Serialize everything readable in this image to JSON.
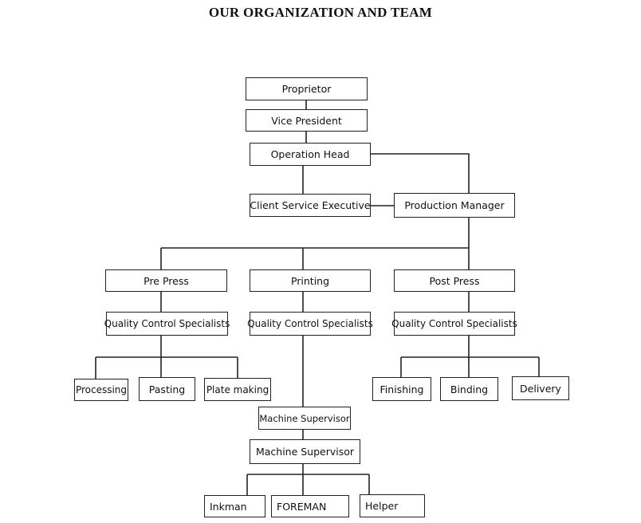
{
  "title": "OUR ORGANIZATION AND TEAM",
  "nodes": {
    "proprietor": "Proprietor",
    "vice_president": "Vice President",
    "operation_head": "Operation Head",
    "client_service_executive": "Client Service Executive",
    "production_manager": "Production Manager",
    "pre_press": "Pre Press",
    "printing": "Printing",
    "post_press": "Post Press",
    "qc_pre_press": "Quality Control Specialists",
    "qc_printing": "Quality Control Specialists",
    "qc_post_press": "Quality Control Specialists",
    "processing": "Processing",
    "pasting": "Pasting",
    "plate_making": "Plate making",
    "finishing": "Finishing",
    "binding": "Binding",
    "delivery": "Delivery",
    "machine_supervisor_1": "Machine Supervisor",
    "machine_supervisor_2": "Machine Supervisor",
    "inkman": "Inkman",
    "foreman": "FOREMAN",
    "helper": "Helper"
  }
}
